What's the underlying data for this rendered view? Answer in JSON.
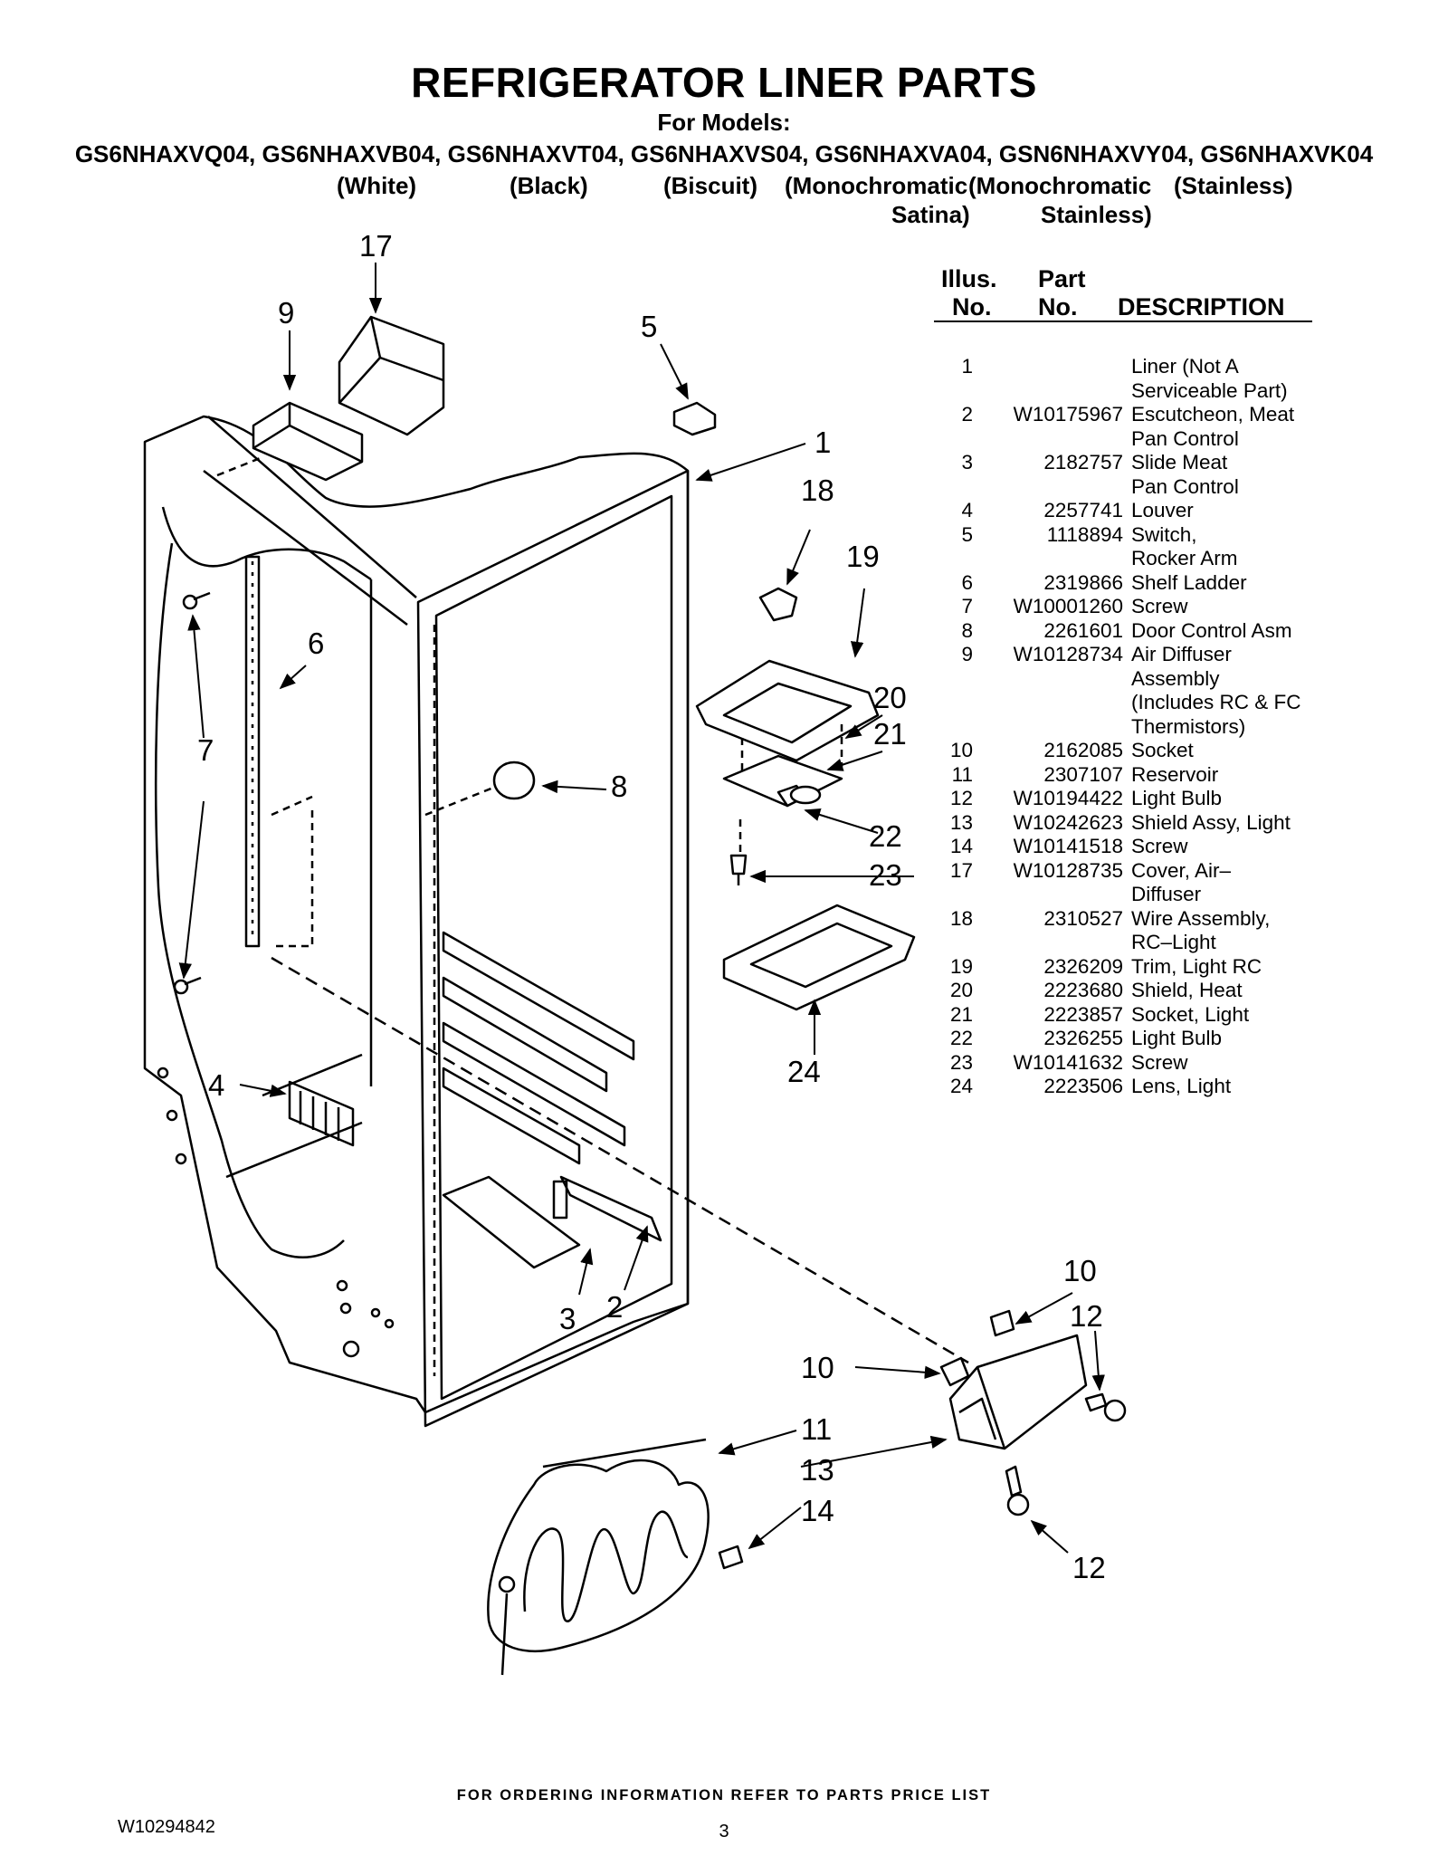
{
  "header": {
    "title": "REFRIGERATOR LINER PARTS",
    "for_models": "For Models:",
    "models": "GS6NHAXVQ04, GS6NHAXVB04, GS6NHAXVT04, GS6NHAXVS04, GS6NHAXVA04, GSN6NHAXVY04, GS6NHAXVK04",
    "colors": [
      "(White)",
      "(Black)",
      "(Biscuit)",
      "(Monochromatic",
      "(Monochromatic",
      "(Stainless)",
      "Satina)",
      "Stainless)"
    ]
  },
  "table": {
    "col1": [
      "Illus.",
      "No."
    ],
    "col2": [
      "Part",
      "No."
    ],
    "col3": "DESCRIPTION",
    "rows": [
      {
        "illus": "1",
        "part": "",
        "desc": "Liner (Not A"
      },
      {
        "illus": "",
        "part": "",
        "desc": "Serviceable Part)"
      },
      {
        "illus": "2",
        "part": "W10175967",
        "desc": "Escutcheon, Meat"
      },
      {
        "illus": "",
        "part": "",
        "desc": "Pan Control"
      },
      {
        "illus": "3",
        "part": "2182757",
        "desc": "Slide Meat"
      },
      {
        "illus": "",
        "part": "",
        "desc": "Pan Control"
      },
      {
        "illus": "4",
        "part": "2257741",
        "desc": "Louver"
      },
      {
        "illus": "5",
        "part": "1118894",
        "desc": "Switch,"
      },
      {
        "illus": "",
        "part": "",
        "desc": "Rocker Arm"
      },
      {
        "illus": "6",
        "part": "2319866",
        "desc": "Shelf Ladder"
      },
      {
        "illus": "7",
        "part": "W10001260",
        "desc": "Screw"
      },
      {
        "illus": "8",
        "part": "2261601",
        "desc": "Door Control Asm"
      },
      {
        "illus": "9",
        "part": "W10128734",
        "desc": "Air Diffuser"
      },
      {
        "illus": "",
        "part": "",
        "desc": "Assembly"
      },
      {
        "illus": "",
        "part": "",
        "desc": "(Includes RC & FC"
      },
      {
        "illus": "",
        "part": "",
        "desc": "Thermistors)"
      },
      {
        "illus": "10",
        "part": "2162085",
        "desc": "Socket"
      },
      {
        "illus": "11",
        "part": "2307107",
        "desc": "Reservoir"
      },
      {
        "illus": "12",
        "part": "W10194422",
        "desc": "Light Bulb"
      },
      {
        "illus": "13",
        "part": "W10242623",
        "desc": "Shield Assy, Light"
      },
      {
        "illus": "14",
        "part": "W10141518",
        "desc": "Screw"
      },
      {
        "illus": "17",
        "part": "W10128735",
        "desc": "Cover, Air–"
      },
      {
        "illus": "",
        "part": "",
        "desc": "Diffuser"
      },
      {
        "illus": "18",
        "part": "2310527",
        "desc": "Wire Assembly,"
      },
      {
        "illus": "",
        "part": "",
        "desc": "RC–Light"
      },
      {
        "illus": "19",
        "part": "2326209",
        "desc": "Trim, Light RC"
      },
      {
        "illus": "20",
        "part": "2223680",
        "desc": "Shield, Heat"
      },
      {
        "illus": "21",
        "part": "2223857",
        "desc": "Socket, Light"
      },
      {
        "illus": "22",
        "part": "2326255",
        "desc": "Light Bulb"
      },
      {
        "illus": "23",
        "part": "W10141632",
        "desc": "Screw"
      },
      {
        "illus": "24",
        "part": "2223506",
        "desc": "Lens, Light"
      }
    ]
  },
  "callouts": [
    "17",
    "9",
    "5",
    "1",
    "18",
    "19",
    "6",
    "20",
    "21",
    "7",
    "8",
    "22",
    "23",
    "24",
    "4",
    "2",
    "3",
    "10",
    "12",
    "10",
    "11",
    "13",
    "14",
    "12"
  ],
  "footer": {
    "ordering": "FOR ORDERING INFORMATION REFER TO PARTS PRICE LIST",
    "doc_number": "W10294842",
    "page": "3"
  }
}
